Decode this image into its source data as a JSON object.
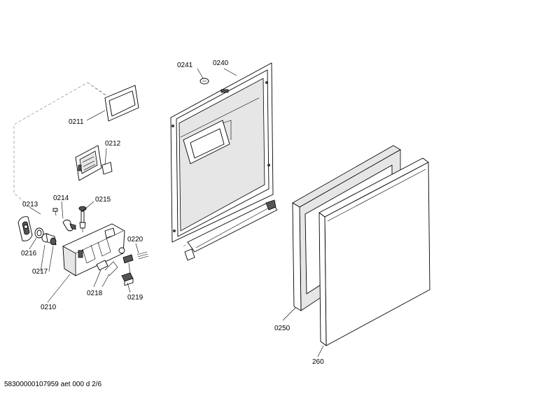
{
  "labels": {
    "p0241": "0241",
    "p0240": "0240",
    "p0211": "0211",
    "p0212": "0212",
    "p0213": "0213",
    "p0214": "0214",
    "p0215": "0215",
    "p0216": "0216",
    "p0217": "0217",
    "p0220": "0220",
    "p0218": "0218",
    "p0219": "0219",
    "p0210": "0210",
    "p0250": "0250",
    "p260": "260"
  },
  "footer": {
    "drawing_id": "58300000107959 aet 000 d 2/6"
  }
}
